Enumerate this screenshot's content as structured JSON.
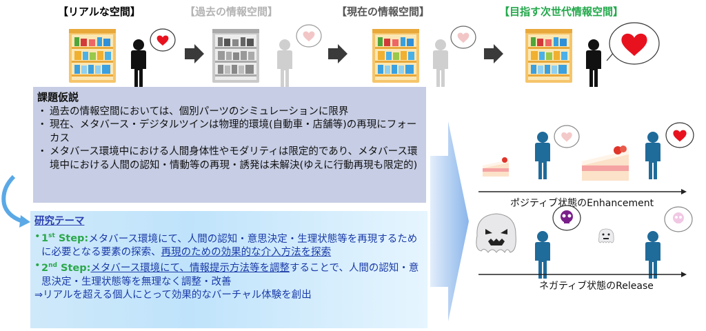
{
  "stages": [
    {
      "title": "【リアルな空間】",
      "color": "#222222"
    },
    {
      "title": "【過去の情報空間】",
      "color": "#b3b3b3"
    },
    {
      "title": "【現在の情報空間】",
      "color": "#555555"
    },
    {
      "title": "【目指す次世代情報空間】",
      "color": "#22a84a"
    }
  ],
  "hypothesis": {
    "heading": "課題仮説",
    "bullets": [
      "過去の情報空間においては、個別パーツのシミュレーションに限界",
      "現在、メタバース・デジタルツインは物理的環境(自動車・店舗等)の再現にフォーカス",
      "メタバース環境中における人間身体性やモダリティは限定的であり、メタバース環境中における人間の認知・情動等の再現・誘発は未解決(ゆえに行動再現も限定的)"
    ]
  },
  "theme": {
    "heading": "研究テーマ",
    "step1_num": "1",
    "step1_sup": "st",
    "step1_label": " Step:",
    "step1_a": "メタバース環境にて、人間の認知・意思決定・生理状態等を再現するために必要となる要素の探索、",
    "step1_b": "再現のための効果的な介入方法を探索",
    "step2_num": "2",
    "step2_sup": "nd",
    "step2_label": " Step:",
    "step2_a": "メタバース環境にて、情報提示方法等を調整",
    "step2_b": "することで、人間の認知・意思決定・生理状態等を無理なく調整・改善",
    "conclusion": "⇒リアルを超える個人にとって効果的なバーチャル体験を創出"
  },
  "right_panel": {
    "positive_caption": "ポジティブ状態のEnhancement",
    "negative_caption": "ネガティブ状態のRelease"
  },
  "colors": {
    "green": "#22a84a",
    "blue_text": "#1a3aa8",
    "person_blue": "#1f6b9a",
    "heart_red": "#e8121f",
    "heart_pale": "#f4c9c9"
  },
  "icons": [
    "shelf-icon",
    "person-icon",
    "heart-bubble-icon",
    "arrow-right-icon",
    "cake-icon",
    "ghost-icon",
    "skull-bubble-icon"
  ]
}
